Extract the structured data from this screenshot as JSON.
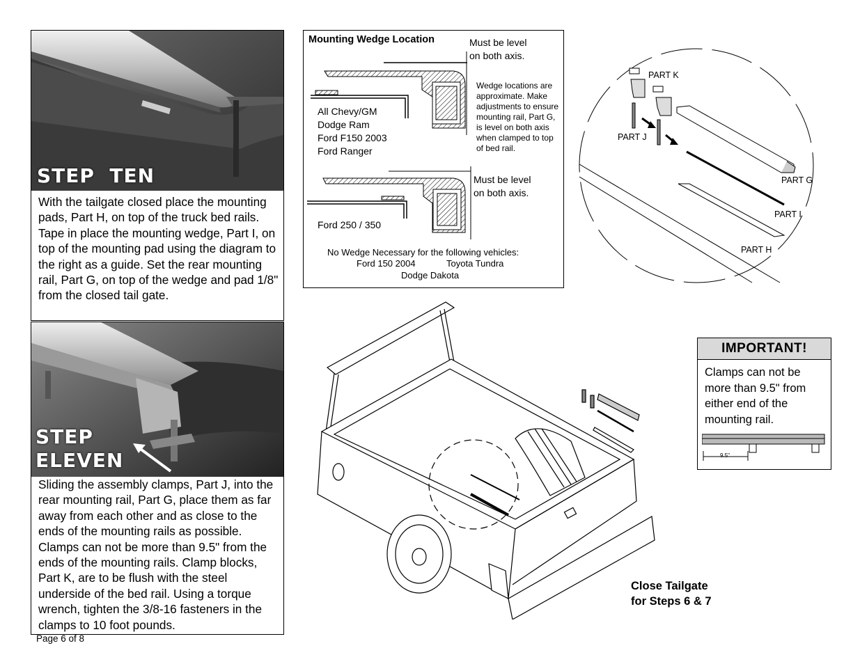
{
  "step_ten": {
    "title": "STEP  TEN",
    "text": "With the tailgate closed place the mounting pads, Part H, on top of the truck bed rails.  Tape in place the mounting wedge, Part I, on top of the mounting pad using the diagram to the right as a guide. Set the rear mounting rail, Part G, on top of the wedge and pad 1/8\" from the closed tail gate."
  },
  "step_eleven": {
    "title_line1": "STEP",
    "title_line2": "ELEVEN",
    "text": "Sliding the assembly clamps, Part J, into the rear mounting rail, Part G, place them as far away from each other and as close to the ends of the mounting rails as possible.  Clamps can not be more than 9.5\" from the ends of the mounting rails. Clamp blocks, Part K, are to be flush with the steel underside of the bed rail. Using a torque wrench, tighten the 3/8-16 fasteners in the clamps to 10 foot pounds."
  },
  "footer": {
    "page": "Page 6 of 8"
  },
  "wedge_diagram": {
    "title": "Mounting Wedge Location",
    "level_note_1a": "Must be  level",
    "level_note_1b": "on both axis.",
    "level_note_2a": "Must be  level",
    "level_note_2b": "on both axis.",
    "vehicles_top": [
      "All Chevy/GM",
      "Dodge Ram",
      "Ford F150 2003",
      "Ford Ranger"
    ],
    "wedge_note": "Wedge locations are approximate.  Make adjustments to ensure mounting rail, Part G, is level on both axis when clamped to top of bed rail.",
    "vehicles_bottom": "Ford 250 / 350",
    "no_wedge_title": "No Wedge Necessary for the following vehicles:",
    "no_wedge_1": "Ford 150 2004",
    "no_wedge_2": "Toyota Tundra",
    "no_wedge_3": "Dodge  Dakota"
  },
  "parts_diagram": {
    "part_k": "PART K",
    "part_j": "PART J",
    "part_g": "PART G",
    "part_i": "PART I",
    "part_h": "PART H"
  },
  "important": {
    "heading": "IMPORTANT!",
    "text": "Clamps can not be more than 9.5\" from either end of the mounting rail.",
    "dimension": "9.5\""
  },
  "truck_caption": {
    "line1": "Close Tailgate",
    "line2": "for Steps 6 & 7"
  }
}
